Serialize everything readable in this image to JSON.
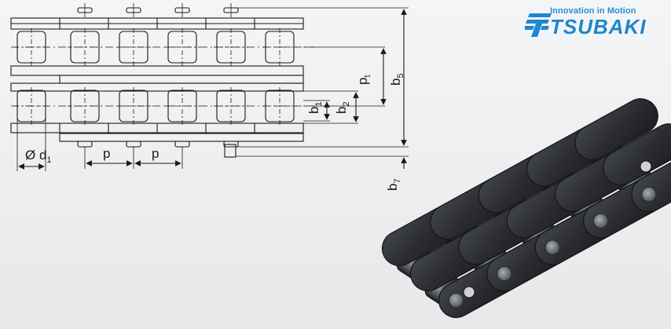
{
  "logo": {
    "tagline": "Innovation in Motion",
    "wordmark": "TSUBAKI",
    "brand_color": "#1f86cf"
  },
  "dimensions": {
    "d1_prefix": "Ø d",
    "d1_sub": "1",
    "p_left": "p",
    "p_right": "p",
    "pt_base": "p",
    "pt_sub": "t",
    "b1_base": "b",
    "b1_sub": "1",
    "b2_base": "b",
    "b2_sub": "2",
    "b5_base": "b",
    "b5_sub": "5",
    "b7_base": "b",
    "b7_sub": "7"
  },
  "colors": {
    "line": "#1a1a1a",
    "chain_dark": "#2b2d30",
    "chain_mid": "#4a4d52",
    "chain_light": "#7c8086"
  }
}
